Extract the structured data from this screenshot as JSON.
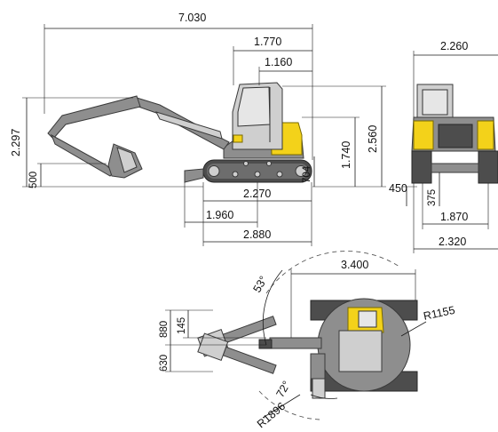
{
  "dimensions": {
    "overall_length": "7.030",
    "rear_to_boom_pivot": "1.770",
    "rear_to_cab_center": "1.160",
    "width_front": "2.260",
    "max_height_left": "2.297",
    "dig_depth_left": "500",
    "cab_height": "2.560",
    "body_height": "1.740",
    "track_height": "704",
    "track_length": "2.270",
    "front_length": "1.960",
    "total_track_length": "2.880",
    "blade_height": "450",
    "track_gap": "375",
    "track_width": "1.870",
    "overall_width": "2.320",
    "swing_length": "3.400",
    "tail_radius": "R1155",
    "offset_right": "880",
    "offset_mid": "145",
    "offset_left": "630",
    "swing_angle_left": "53°",
    "swing_angle_right": "72°",
    "front_radius": "R1896"
  }
}
